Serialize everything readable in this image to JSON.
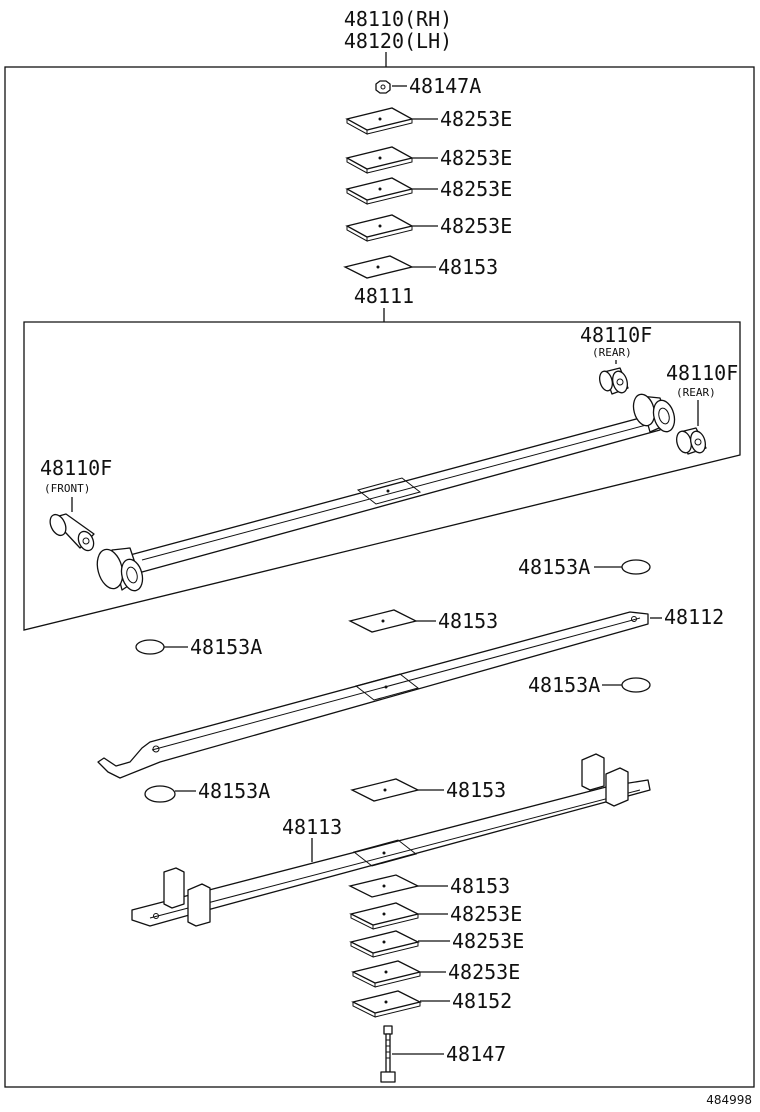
{
  "header": {
    "line1": "48110(RH)",
    "line2": "48120(LH)"
  },
  "labels": {
    "p48147A": "48147A",
    "p48253E_1": "48253E",
    "p48253E_2": "48253E",
    "p48253E_3": "48253E",
    "p48253E_4": "48253E",
    "p48153_top": "48153",
    "p48111": "48111",
    "p48110F_rear1": "48110F",
    "p48110F_rear1_sub": "(REAR)",
    "p48110F_rear2": "48110F",
    "p48110F_rear2_sub": "(REAR)",
    "p48110F_front": "48110F",
    "p48110F_front_sub": "(FRONT)",
    "p48153A_1": "48153A",
    "p48153_mid": "48153",
    "p48112": "48112",
    "p48153A_2": "48153A",
    "p48153A_3": "48153A",
    "p48153A_4": "48153A",
    "p48153_low": "48153",
    "p48113": "48113",
    "p48153_b1": "48153",
    "p48253E_b1": "48253E",
    "p48253E_b2": "48253E",
    "p48253E_b3": "48253E",
    "p48152": "48152",
    "p48147": "48147"
  },
  "reference_number": "484998"
}
